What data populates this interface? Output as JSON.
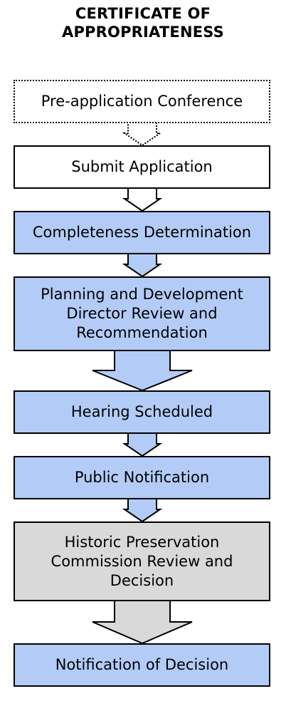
{
  "title": {
    "line1": "CERTIFICATE OF",
    "line2": "APPROPRIATENESS"
  },
  "steps": [
    {
      "label": "Pre-application Conference",
      "style": "dotted",
      "fill": "#ffffff"
    },
    {
      "label": "Submit Application",
      "style": "solid",
      "fill": "#ffffff"
    },
    {
      "label": "Completeness Determination",
      "style": "solid",
      "fill": "#b3ccf7"
    },
    {
      "label": "Planning and Development Director Review and Recommendation",
      "style": "solid",
      "fill": "#b3ccf7"
    },
    {
      "label": "Hearing Scheduled",
      "style": "solid",
      "fill": "#b3ccf7"
    },
    {
      "label": "Public Notification",
      "style": "solid",
      "fill": "#b3ccf7"
    },
    {
      "label": "Historic Preservation Commission Review and Decision",
      "style": "solid",
      "fill": "#d9d9d9"
    },
    {
      "label": "Notification of Decision",
      "style": "solid",
      "fill": "#b3ccf7"
    }
  ],
  "arrows": [
    {
      "fill": "#ffffff",
      "style": "dotted"
    },
    {
      "fill": "#ffffff",
      "style": "solid"
    },
    {
      "fill": "#b3ccf7",
      "style": "solid"
    },
    {
      "fill": "#b3ccf7",
      "style": "solid"
    },
    {
      "fill": "#b3ccf7",
      "style": "solid"
    },
    {
      "fill": "#b3ccf7",
      "style": "solid"
    },
    {
      "fill": "#d9d9d9",
      "style": "solid"
    }
  ]
}
